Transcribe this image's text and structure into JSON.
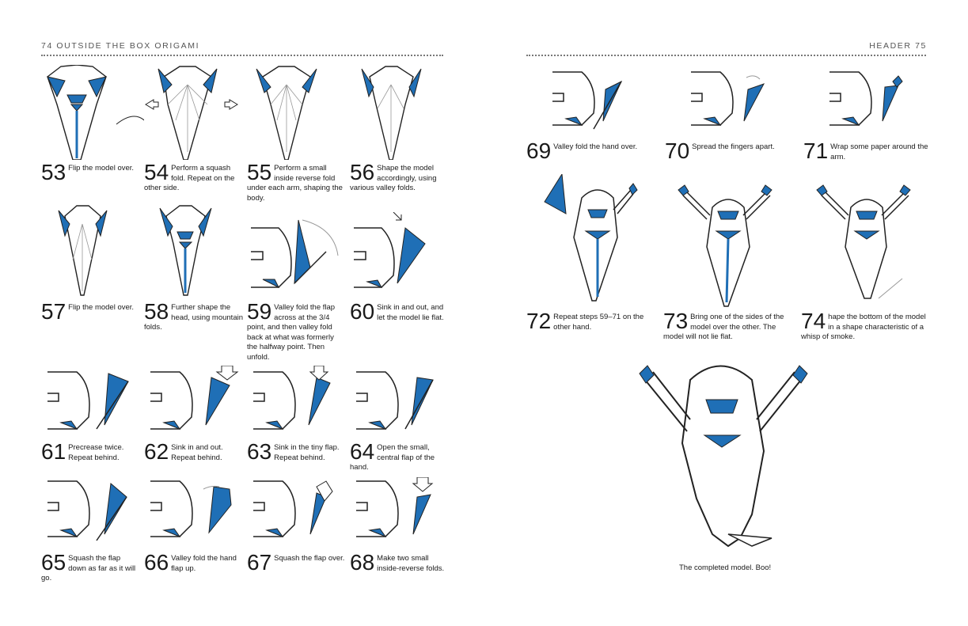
{
  "left_header": "74  OUTSIDE THE BOX ORIGAMI",
  "right_header": "HEADER  75",
  "accent_color": "#1f6fb6",
  "steps": [
    {
      "num": "53",
      "text": "Flip the model over."
    },
    {
      "num": "54",
      "text": "Perform a squash fold. Repeat on the other side."
    },
    {
      "num": "55",
      "text": "Perform a small inside reverse fold under each arm, shaping the body."
    },
    {
      "num": "56",
      "text": "Shape the model accordingly, using various valley folds."
    },
    {
      "num": "57",
      "text": "Flip the model over."
    },
    {
      "num": "58",
      "text": "Further shape the head, using mountain folds."
    },
    {
      "num": "59",
      "text": "Valley fold the flap across at the 3/4 point, and then valley fold back at what was formerly the halfway point. Then unfold."
    },
    {
      "num": "60",
      "text": "Sink in and out, and let the model lie flat."
    },
    {
      "num": "61",
      "text": "Precrease twice. Repeat behind."
    },
    {
      "num": "62",
      "text": "Sink in and out. Repeat behind."
    },
    {
      "num": "63",
      "text": "Sink in the tiny flap. Repeat behind."
    },
    {
      "num": "64",
      "text": "Open the small, central flap of the hand."
    },
    {
      "num": "65",
      "text": "Squash the flap down as far as it will go."
    },
    {
      "num": "66",
      "text": "Valley fold the hand flap up."
    },
    {
      "num": "67",
      "text": "Squash the flap over."
    },
    {
      "num": "68",
      "text": "Make two small inside-reverse folds."
    },
    {
      "num": "69",
      "text": "Valley fold the hand over."
    },
    {
      "num": "70",
      "text": "Spread the fingers apart."
    },
    {
      "num": "71",
      "text": "Wrap some paper around the arm."
    },
    {
      "num": "72",
      "text": "Repeat steps 59–71 on the other hand."
    },
    {
      "num": "73",
      "text": "Bring one of the sides of the model over the other. The model will not lie flat."
    },
    {
      "num": "74",
      "text": "hape the bottom of the model in a shape characteristic of a whisp of smoke."
    }
  ],
  "final_caption": "The completed model. Boo!"
}
